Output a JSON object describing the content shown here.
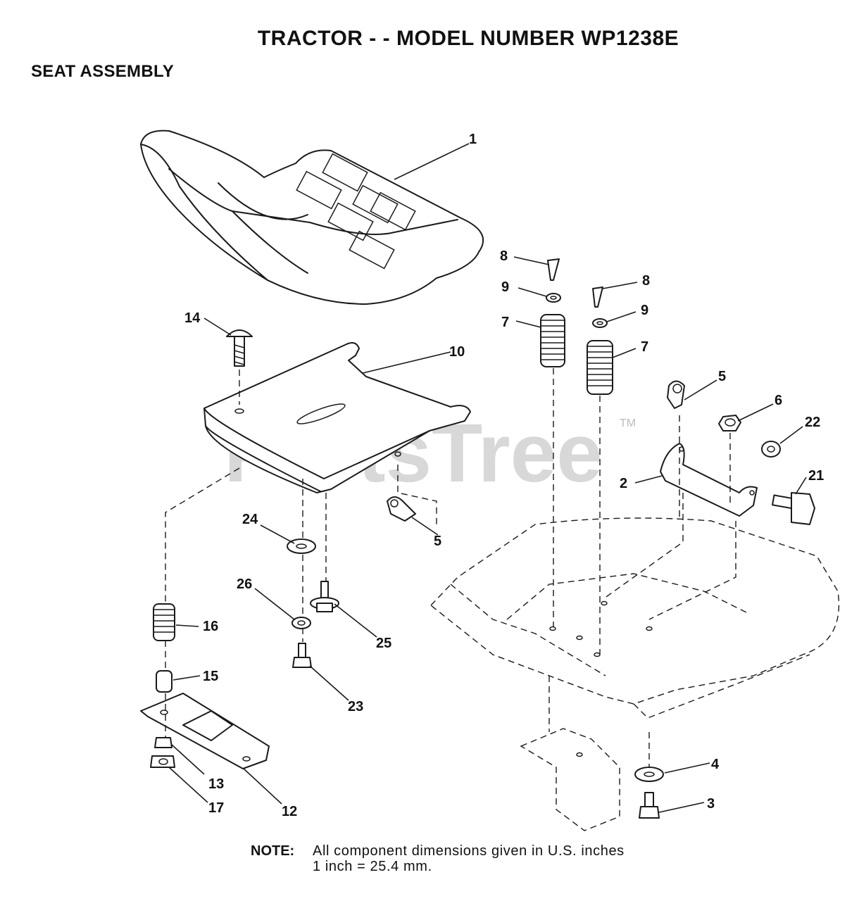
{
  "header": {
    "title": "TRACTOR - - MODEL NUMBER WP1238E",
    "subtitle": "SEAT ASSEMBLY"
  },
  "watermark": {
    "text": "PartsTree",
    "tm": "TM"
  },
  "callouts": {
    "c1": "1",
    "c2": "2",
    "c3": "3",
    "c4": "4",
    "c5a": "5",
    "c5b": "5",
    "c6": "6",
    "c7a": "7",
    "c7b": "7",
    "c8a": "8",
    "c8b": "8",
    "c9a": "9",
    "c9b": "9",
    "c10": "10",
    "c12": "12",
    "c13": "13",
    "c14": "14",
    "c15": "15",
    "c16": "16",
    "c17": "17",
    "c21": "21",
    "c22": "22",
    "c23": "23",
    "c24": "24",
    "c25": "25",
    "c26": "26"
  },
  "note": {
    "label": "NOTE:",
    "line1": "All component dimensions given in U.S. inches",
    "line2": "1 inch = 25.4 mm."
  }
}
